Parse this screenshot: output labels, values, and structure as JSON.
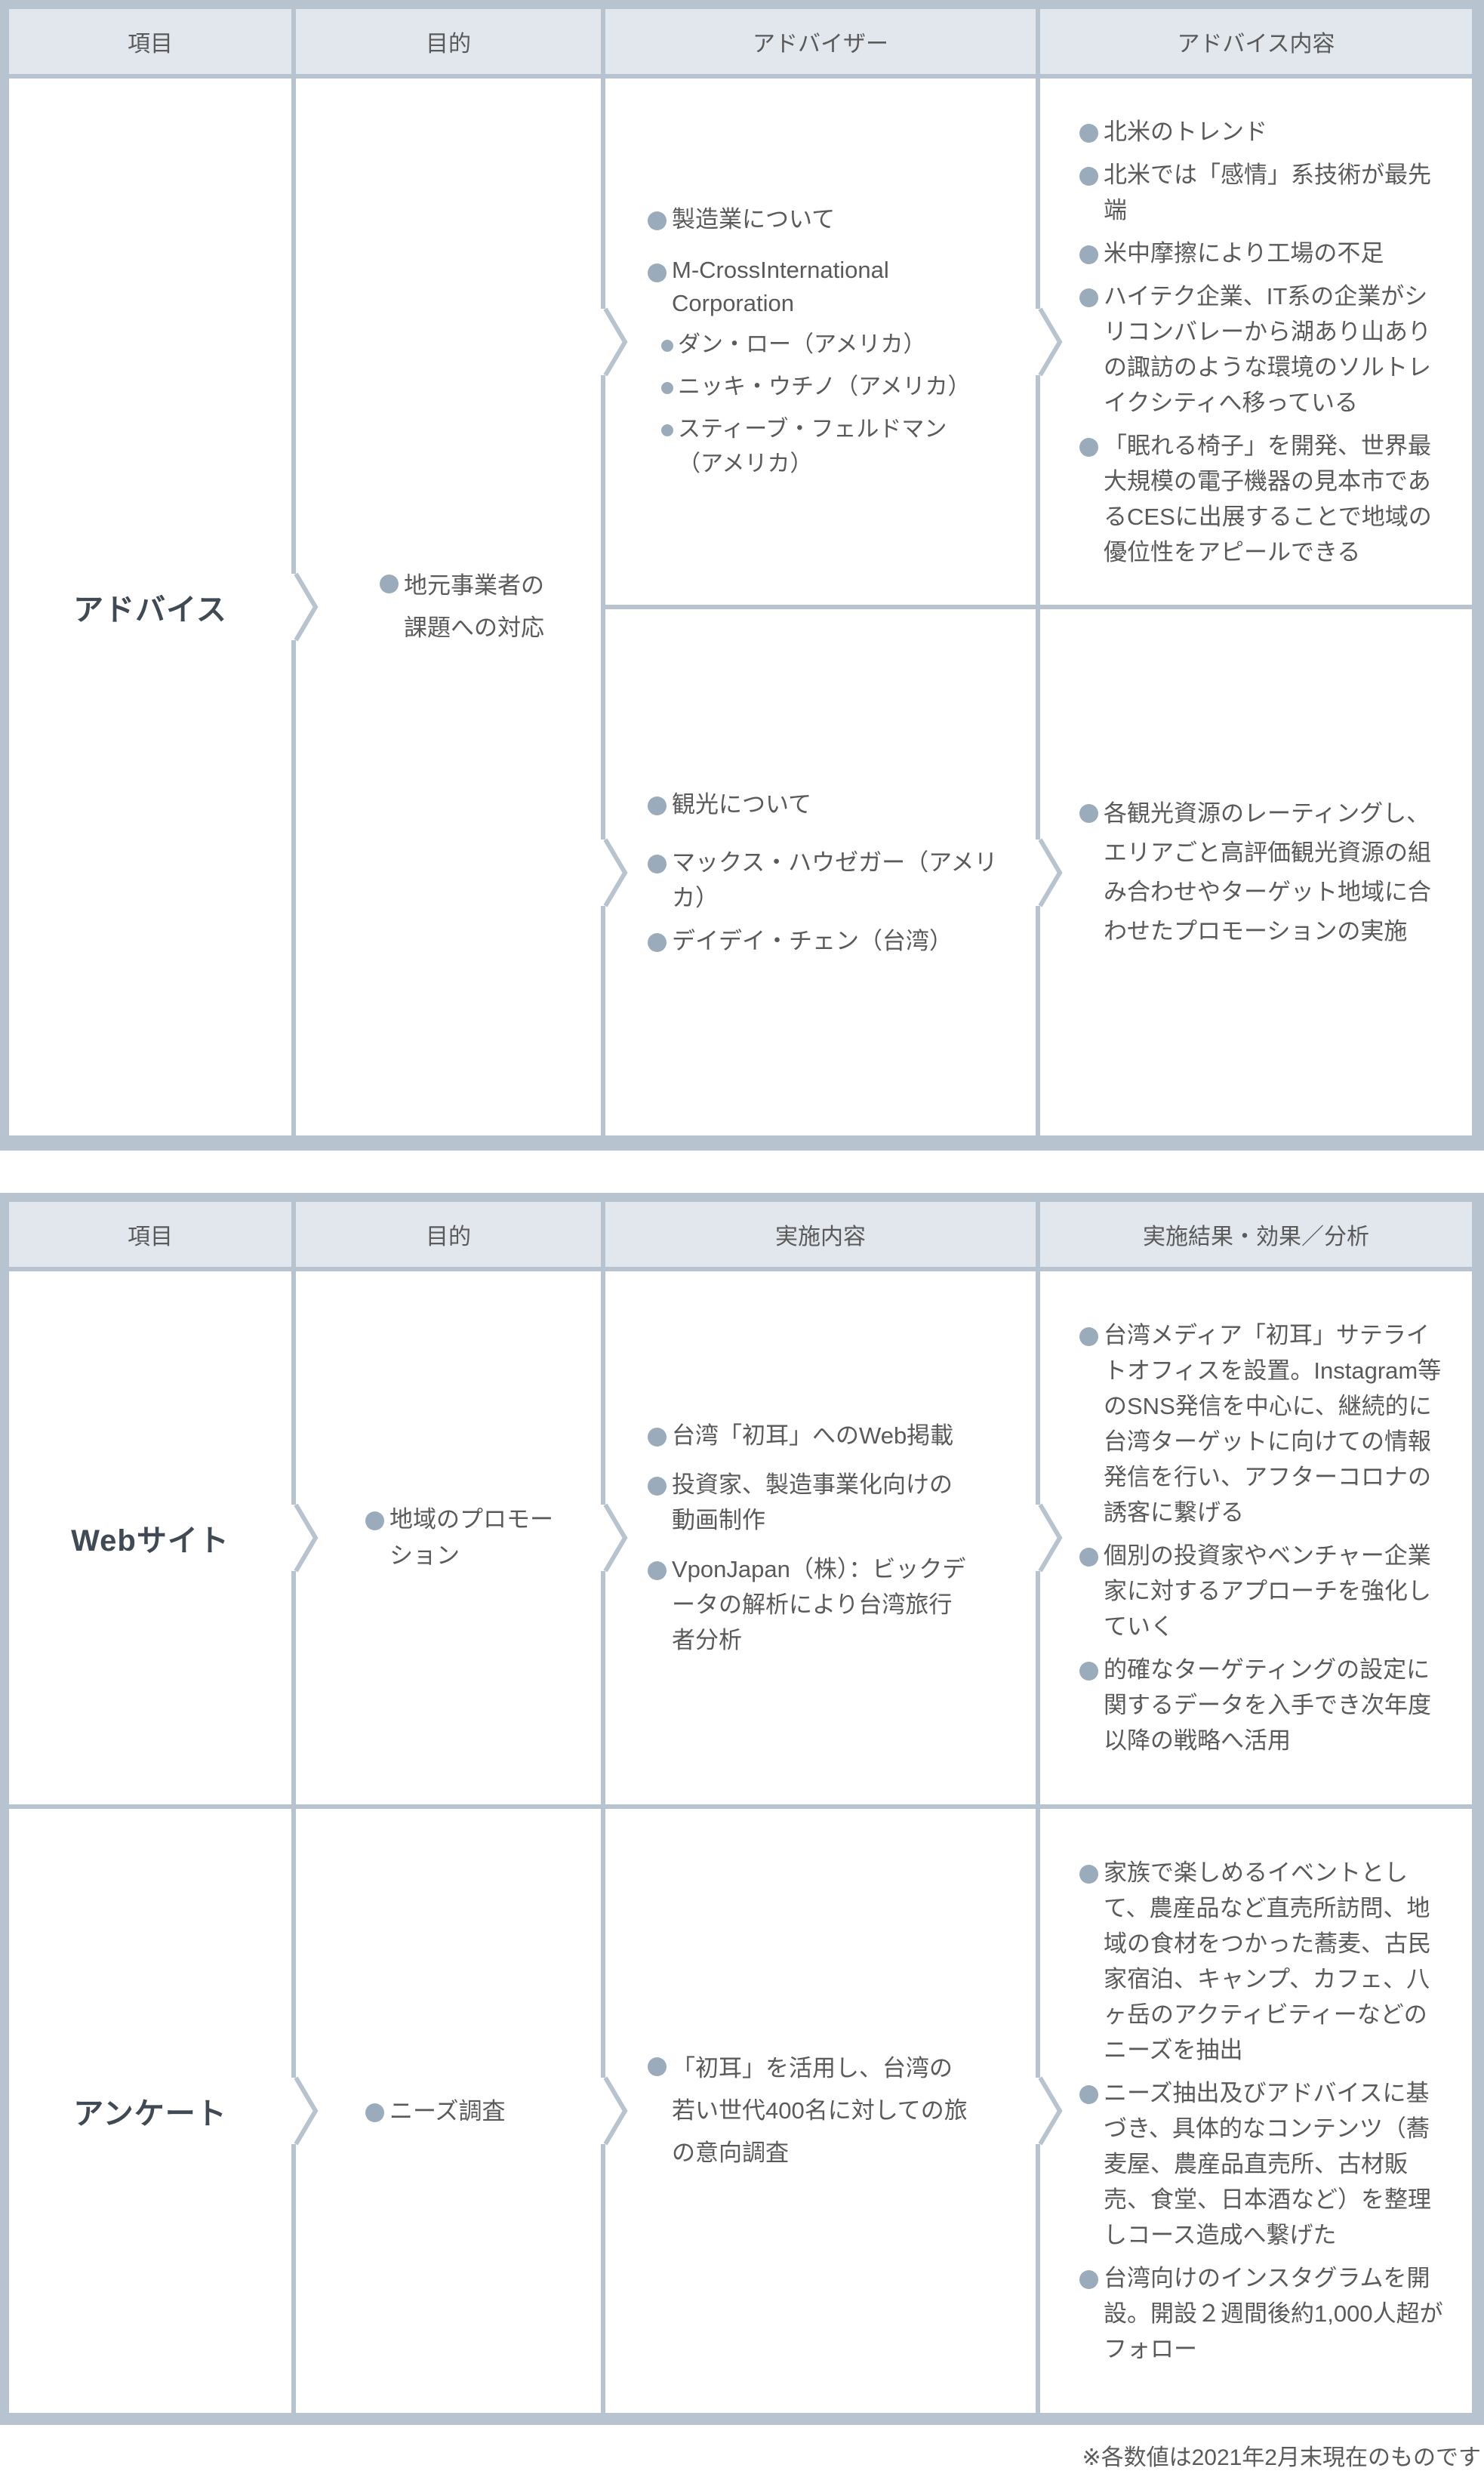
{
  "table1": {
    "headers": [
      "項目",
      "目的",
      "アドバイザー",
      "アドバイス内容"
    ],
    "item": "アドバイス",
    "purpose": [
      "地元事業者の課題への対応"
    ],
    "row1": {
      "advisors": [
        "製造業について",
        "M-CrossInternational Corporation",
        "ダン・ロー（アメリカ）",
        "ニッキ・ウチノ（アメリカ）",
        "スティーブ・フェルドマン（アメリカ）"
      ],
      "advice": [
        "北米のトレンド",
        "北米では「感情」系技術が最先端",
        "米中摩擦により工場の不足",
        "ハイテク企業、IT系の企業がシリコンバレーから湖あり山ありの諏訪のような環境のソルトレイクシティへ移っている",
        "「眠れる椅子」を開発、世界最大規模の電子機器の見本市であるCESに出展することで地域の優位性をアピールできる"
      ]
    },
    "row2": {
      "advisors": [
        "観光について",
        "マックス・ハウゼガー（アメリカ）",
        "デイデイ・チェン（台湾）"
      ],
      "advice": [
        "各観光資源のレーティングし、エリアごと高評価観光資源の組み合わせやターゲット地域に合わせたプロモーションの実施"
      ]
    }
  },
  "table2": {
    "headers": [
      "項目",
      "目的",
      "実施内容",
      "実施結果・効果／分析"
    ],
    "row1": {
      "item": "Webサイト",
      "purpose": [
        "地域のプロモーション"
      ],
      "content": [
        "台湾「初耳」へのWeb掲載",
        "投資家、製造事業化向けの動画制作",
        "VponJapan（株）：ビックデータの解析により台湾旅行者分析"
      ],
      "results": [
        "台湾メディア「初耳」サテライトオフィスを設置。Instagram等のSNS発信を中心に、継続的に台湾ターゲットに向けての情報発信を行い、アフターコロナの誘客に繋げる",
        "個別の投資家やベンチャー企業家に対するアプローチを強化していく",
        "的確なターゲティングの設定に関するデータを入手でき次年度以降の戦略へ活用"
      ]
    },
    "row2": {
      "item": "アンケート",
      "purpose": [
        "ニーズ調査"
      ],
      "content": [
        "「初耳」を活用し、台湾の若い世代400名に対しての旅の意向調査"
      ],
      "results": [
        "家族で楽しめるイベントとして、農産品など直売所訪問、地域の食材をつかった蕎麦、古民家宿泊、キャンプ、カフェ、八ヶ岳のアクティビティーなどのニーズを抽出",
        "ニーズ抽出及びアドバイスに基づき、具体的なコンテンツ（蕎麦屋、農産品直売所、古材販売、食堂、日本酒など）を整理しコース造成へ繋げた",
        "台湾向けのインスタグラムを開設。開設２週間後約1,000人超がフォロー"
      ]
    }
  },
  "footnote": "※各数値は2021年2月末現在のものです"
}
